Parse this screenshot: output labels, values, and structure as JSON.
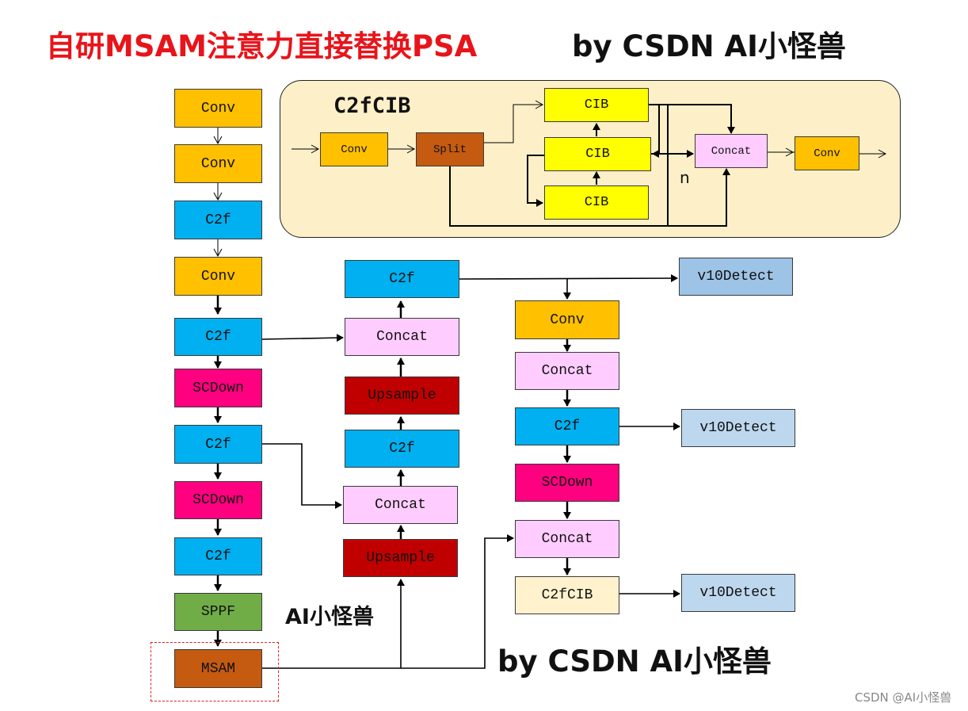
{
  "header": {
    "title": "自研MSAM注意力直接替换PSA",
    "credit": "by CSDN AI小怪兽"
  },
  "credits": {
    "bottom": "by CSDN AI小怪兽",
    "mid": "AI小怪兽",
    "watermark": "CSDN @AI小怪兽"
  },
  "panel": {
    "title": "C2fCIB",
    "n_label": "n"
  },
  "nodes": {
    "bb_conv1": "Conv",
    "bb_conv2": "Conv",
    "bb_c2f1": "C2f",
    "bb_conv3": "Conv",
    "bb_c2f2": "C2f",
    "bb_scdown1": "SCDown",
    "bb_c2f3": "C2f",
    "bb_scdown2": "SCDown",
    "bb_c2f4": "C2f",
    "bb_sppf": "SPPF",
    "bb_msam": "MSAM",
    "m_c2f_top": "C2f",
    "m_concat1": "Concat",
    "m_upsample1": "Upsample",
    "m_c2f_mid": "C2f",
    "m_concat2": "Concat",
    "m_upsample2": "Upsample",
    "r_conv": "Conv",
    "r_concat1": "Concat",
    "r_c2f": "C2f",
    "r_scdown": "SCDown",
    "r_concat2": "Concat",
    "r_c2fcib": "C2fCIB",
    "det1": "v10Detect",
    "det2": "v10Detect",
    "det3": "v10Detect",
    "p_conv_in": "Conv",
    "p_split": "Split",
    "p_cib1": "CIB",
    "p_cib2": "CIB",
    "p_cib3": "CIB",
    "p_concat": "Concat",
    "p_conv_out": "Conv"
  },
  "colors": {
    "conv": "#ffc000",
    "c2f": "#00b0f0",
    "scdown": "#ff0080",
    "sppf": "#70ad47",
    "msam": "#c55a11",
    "concat": "#ffccff",
    "upsample": "#c00000",
    "detect": "#bdd7ee",
    "cib": "#ffff00",
    "c2fcib": "#fff2cc",
    "title_red": "#e8141b",
    "highlight_dashed": "#e02020"
  }
}
